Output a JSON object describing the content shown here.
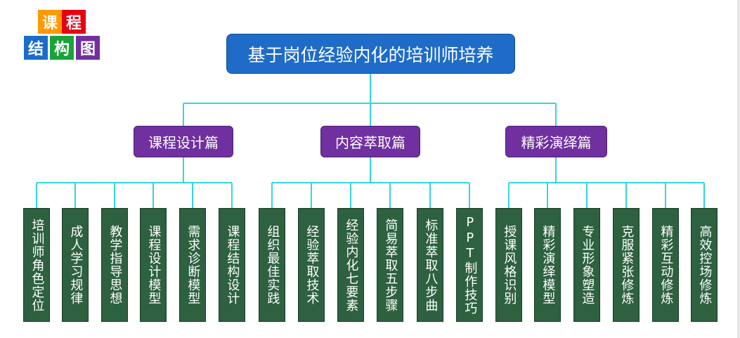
{
  "logo": {
    "chars": [
      {
        "text": "课",
        "color": "#ff9900"
      },
      {
        "text": "程",
        "color": "#e60012"
      },
      {
        "text": "结",
        "color": "#1b6cc9"
      },
      {
        "text": "构",
        "color": "#1aa33a"
      },
      {
        "text": "图",
        "color": "#7030a0"
      }
    ]
  },
  "root": {
    "label": "基于岗位经验内化的培训师培养"
  },
  "branches": [
    {
      "label": "课程设计篇",
      "leaves": [
        "培训师角色定位",
        "成人学习规律",
        "教学指导思想",
        "课程设计模型",
        "需求诊断模型",
        "课程结构设计"
      ]
    },
    {
      "label": "内容萃取篇",
      "leaves": [
        "组织最佳实践",
        "经验萃取技术",
        "经验内化七要素",
        "简易萃取五步骤",
        "标准萃取八步曲",
        "PPT制作技巧"
      ]
    },
    {
      "label": "精彩演绎篇",
      "leaves": [
        "授课风格识别",
        "精彩演绎模型",
        "专业形象塑造",
        "克服紧张修炼",
        "精彩互动修炼",
        "高效控场修炼"
      ]
    }
  ],
  "colors": {
    "root_fill": "#1e6bc8",
    "branch_fill": "#7030a0",
    "leaf_fill": "#2d6140",
    "connector": "#33d6e0"
  }
}
